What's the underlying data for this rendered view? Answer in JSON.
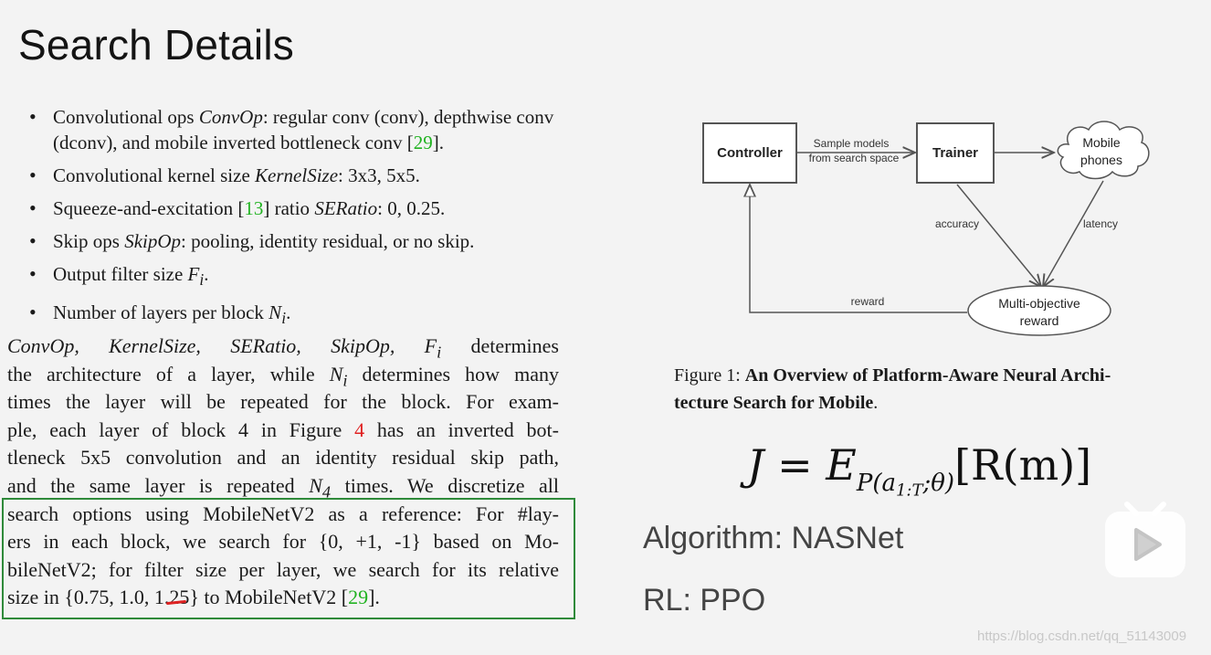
{
  "title": "Search Details",
  "bullets": [
    {
      "pre": "Convolutional ops ",
      "math": "ConvOp",
      "post": ": regular conv (conv), depthwise conv (dconv), and mobile inverted bottleneck conv [",
      "cite": "29",
      "end": "]."
    },
    {
      "pre": "Convolutional kernel size ",
      "math": "KernelSize",
      "post": ": 3x3, 5x5."
    },
    {
      "pre": "Squeeze-and-excitation [",
      "cite": "13",
      "mid": "] ratio ",
      "math": "SERatio",
      "post": ": 0, 0.25."
    },
    {
      "pre": "Skip ops ",
      "math": "SkipOp",
      "post": ": pooling, identity residual, or no skip."
    },
    {
      "pre": "Output filter size ",
      "math": "F",
      "sub": "i",
      "post": "."
    },
    {
      "pre": "Number of layers per block ",
      "math": "N",
      "sub": "i",
      "post": "."
    }
  ],
  "paragraph": {
    "l1_math": "ConvOp, KernelSize, SERatio, SkipOp, F",
    "l1_sub": "i",
    "l1_post": " determines",
    "l2_pre": "the architecture of a layer, while ",
    "l2_math": "N",
    "l2_sub": "i",
    "l2_post": " determines how many",
    "l3": "times the layer will be repeated for the block. For exam-",
    "l4_pre": "ple, each layer of block 4 in Figure ",
    "l4_ref": "4",
    "l4_post": " has an inverted bot-",
    "l5": "tleneck 5x5 convolution and an identity residual skip path,",
    "l6_pre": "and the same layer is repeated ",
    "l6_math": "N",
    "l6_sub": "4",
    "l6_post": " times. We discretize all",
    "l7": "search options using MobileNetV2 as a reference: For #lay-",
    "l8": "ers in each block, we search for {0, +1, -1} based on Mo-",
    "l9": "bileNetV2; for filter size per layer, we search for its relative",
    "l10_pre": "size in {0.75, 1.0, 1.25} to MobileNetV2 [",
    "l10_cite": "29",
    "l10_post": "]."
  },
  "diagram": {
    "controller": "Controller",
    "trainer": "Trainer",
    "mobile_line1": "Mobile",
    "mobile_line2": "phones",
    "edge_sample_1": "Sample models",
    "edge_sample_2": "from search space",
    "edge_accuracy": "accuracy",
    "edge_latency": "latency",
    "edge_reward": "reward",
    "reward_line1": "Multi-objective",
    "reward_line2": "reward"
  },
  "caption": {
    "prefix": "Figure 1: ",
    "bold_line1": "An Overview of Platform-Aware Neural Archi-",
    "bold_line2": "tecture Search for Mobile",
    "end": "."
  },
  "formula": {
    "lhs": "J",
    "eq": " = ",
    "E": "E",
    "sub_main": "P(a",
    "sub_idx": "1:T",
    "sub_tail": ";θ)",
    "rhs": "[R(m)]"
  },
  "algorithm_text": "Algorithm: NASNet",
  "rl_text": "RL: PPO",
  "watermark": "https://blog.csdn.net/qq_51143009",
  "colors": {
    "highlight_border": "#2f8a3a",
    "cite_green": "#22b322",
    "ref_red": "#e02020"
  }
}
